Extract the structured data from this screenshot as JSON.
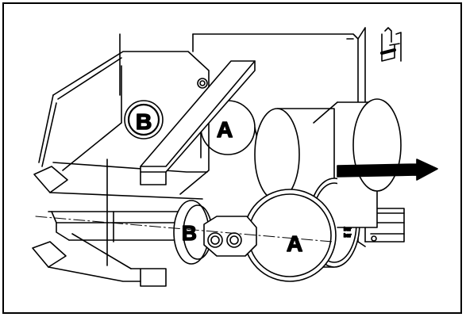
{
  "labels": {
    "back_circle_b": "B",
    "back_roller_a": "A",
    "front_roller_b": "B",
    "front_roller_a": "A"
  },
  "panel_marks": {
    "line1": "bar",
    "line2": "bar"
  },
  "colors": {
    "ink": "#000000",
    "paper": "#ffffff"
  },
  "icons": {
    "arrow": "arrow-right-icon",
    "nut": "hex-nut-icon",
    "screws": "screw-icon"
  }
}
